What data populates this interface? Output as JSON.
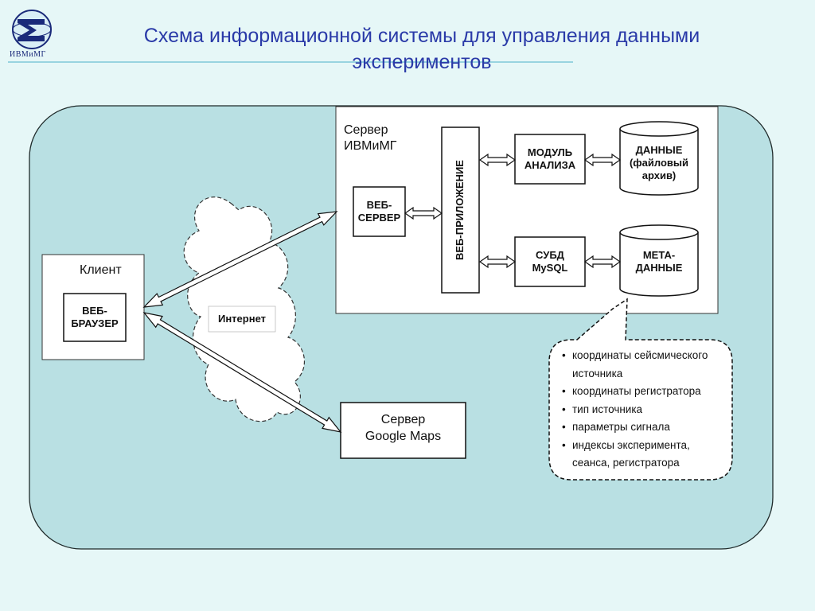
{
  "logo": {
    "text": "ИВМиМГ"
  },
  "title": {
    "line1": "Схема информационной системы для управления данными",
    "line2": "экспериментов"
  },
  "client": {
    "label": "Клиент",
    "browser_line1": "ВЕБ-",
    "browser_line2": "БРАУЗЕР"
  },
  "internet": {
    "label": "Интернет"
  },
  "server_ivmimg": {
    "label_line1": "Сервер",
    "label_line2": "ИВМиМГ",
    "web_server_line1": "ВЕБ-",
    "web_server_line2": "СЕРВЕР",
    "web_app": "ВЕБ-ПРИЛОЖЕНИЕ",
    "analysis_module_line1": "МОДУЛЬ",
    "analysis_module_line2": "АНАЛИЗА",
    "dbms_line1": "СУБД",
    "dbms_line2": "MySQL",
    "data_line1": "ДАННЫЕ",
    "data_line2": "(файловый",
    "data_line3": "архив)",
    "metadata_line1": "МЕТА-",
    "metadata_line2": "ДАННЫЕ"
  },
  "google_server": {
    "label_line1": "Сервер",
    "label_line2": "Google Maps"
  },
  "metadata_callout": {
    "items": [
      "координаты сейсмического источника",
      "координаты регистратора",
      "тип источника",
      "параметры сигнала",
      "индексы эксперимента, сеанса, регистратора"
    ]
  },
  "colors": {
    "title": "#2a3aa8",
    "panel": "#b9e0e3",
    "background": "#e6f7f7"
  }
}
